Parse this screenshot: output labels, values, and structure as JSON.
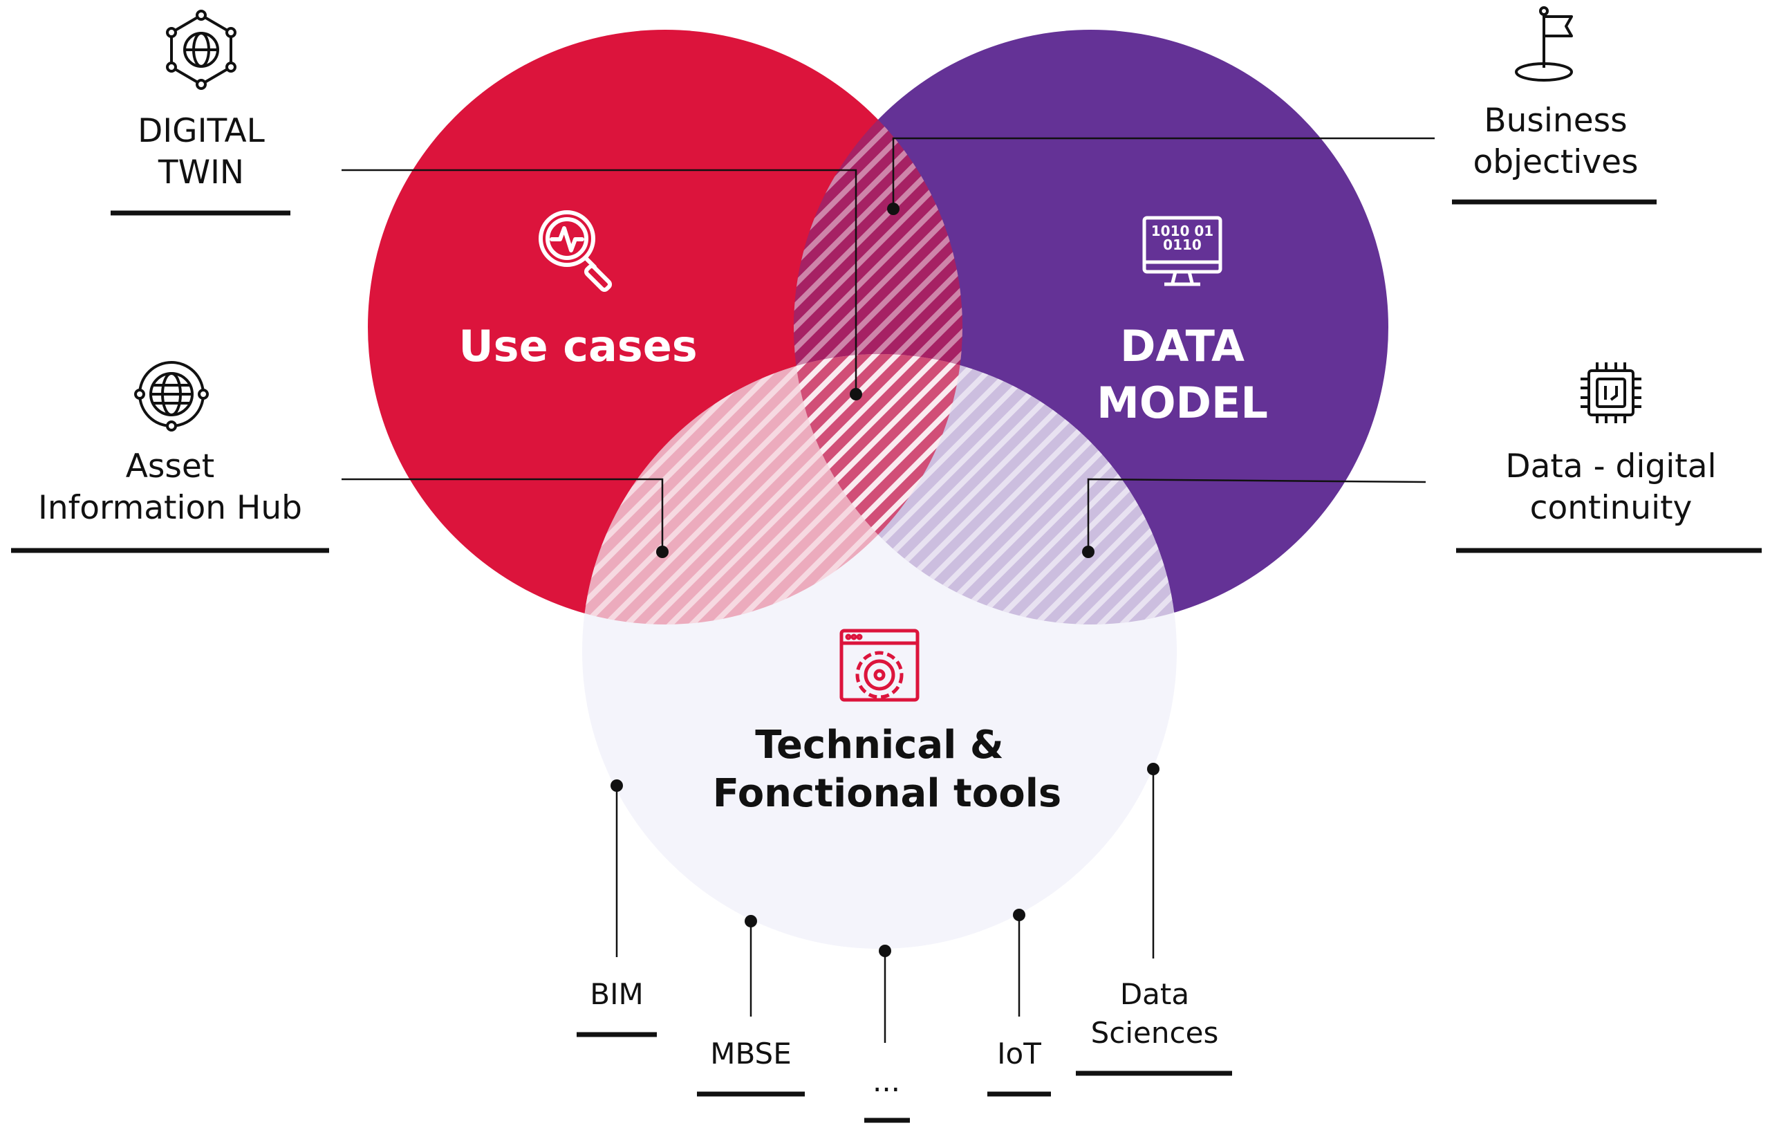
{
  "colors": {
    "use_cases": "#DC143C",
    "data_model": "#643296",
    "tools": "#F4F4FB",
    "ink": "#111111",
    "icon_red": "#DC143C"
  },
  "circles": {
    "use_cases": {
      "title": "Use cases",
      "icon": "search-analytics-icon"
    },
    "data_model": {
      "title_line1": "DATA",
      "title_line2": "MODEL",
      "icon": "binary-monitor-icon"
    },
    "tools": {
      "title_line1": "Technical &",
      "title_line2": "Fonctional tools",
      "icon": "settings-window-icon"
    }
  },
  "side_labels": {
    "digital_twin": {
      "line1": "DIGITAL",
      "line2": "TWIN",
      "icon": "network-globe-icon"
    },
    "asset_hub": {
      "line1": "Asset",
      "line2": "Information Hub",
      "icon": "globe-icon"
    },
    "business_objectives": {
      "line1": "Business",
      "line2": "objectives",
      "icon": "flag-icon"
    },
    "data_continuity": {
      "line1": "Data - digital",
      "line2": "continuity",
      "icon": "chip-icon"
    }
  },
  "bottom_labels": {
    "bim": "BIM",
    "mbse": "MBSE",
    "ellipsis": "...",
    "iot": "IoT",
    "data_sciences_line1": "Data",
    "data_sciences_line2": "Sciences"
  }
}
